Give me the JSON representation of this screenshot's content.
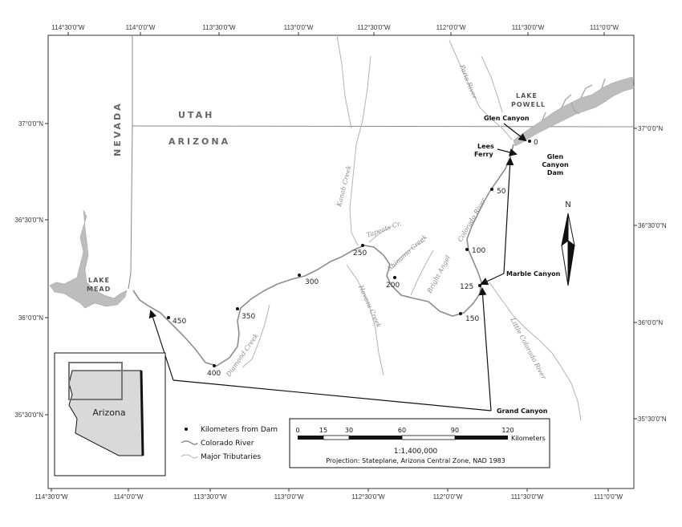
{
  "grid": {
    "top_lon": [
      "114°30'0\"W",
      "114°0'0\"W",
      "113°30'0\"W",
      "113°0'0\"W",
      "112°30'0\"W",
      "112°0'0\"W",
      "111°30'0\"W",
      "111°0'0\"W"
    ],
    "bottom_lon": [
      "114°30'0\"W",
      "114°0'0\"W",
      "113°30'0\"W",
      "113°0'0\"W",
      "112°30'0\"W",
      "112°0'0\"W",
      "111°30'0\"W",
      "111°0'0\"W"
    ],
    "left_lat": [
      "37°0'0\"N",
      "36°30'0\"N",
      "36°0'0\"N",
      "35°30'0\"N"
    ],
    "right_lat": [
      "37°0'0\"N",
      "36°30'0\"N",
      "36°0'0\"N",
      "35°30'0\"N"
    ]
  },
  "states": {
    "utah": "UTAH",
    "arizona": "ARIZONA",
    "nevada": "NEVADA"
  },
  "lakes": {
    "powell_line1": "LAKE",
    "powell_line2": "POWELL",
    "mead_line1": "LAKE",
    "mead_line2": "MEAD"
  },
  "places": {
    "glen_canyon": "Glen Canyon",
    "lees_ferry_line1": "Lees",
    "lees_ferry_line2": "Ferry",
    "dam_line1": "Glen",
    "dam_line2": "Canyon",
    "dam_line3": "Dam",
    "marble_canyon": "Marble Canyon",
    "grand_canyon": "Grand Canyon"
  },
  "km_markers": [
    "0",
    "50",
    "100",
    "125",
    "150",
    "200",
    "250",
    "300",
    "350",
    "400",
    "450"
  ],
  "rivers": {
    "paria": "Paria River",
    "colorado": "Colorado River",
    "little_colorado": "Little Colorado River",
    "kanab": "Kanab Creek",
    "tapeats": "Tapeats Cr.",
    "shinumo": "Shinumo Creek",
    "bright_angel": "Bright Angel",
    "havasu": "Havasu Creek",
    "diamond": "Diamond Creek"
  },
  "north_label": "N",
  "inset": {
    "label": "Arizona"
  },
  "legend": {
    "items": [
      "Kilometers from Dam",
      "Colorado River",
      "Major Tributaries"
    ]
  },
  "scale": {
    "ticks": [
      "0",
      "15",
      "30",
      "60",
      "90",
      "120"
    ],
    "unit": "Kilometers",
    "ratio": "1:1,400,000",
    "projection": "Projection: Stateplane, Arizona Central Zone, NAD 1983"
  },
  "colors": {
    "river": "#9a9a9a",
    "lake": "#b8b8b8",
    "border": "#888888",
    "arizona_fill": "#d9d9d9"
  }
}
